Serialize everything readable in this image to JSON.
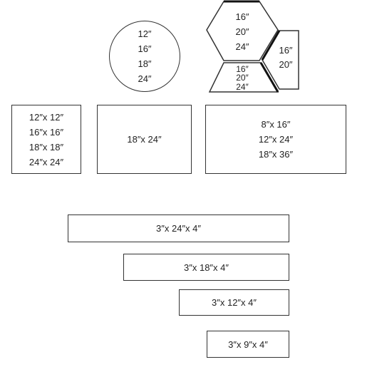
{
  "shapes": {
    "circle": {
      "sizes": [
        "12″",
        "16″",
        "18″",
        "24″"
      ]
    },
    "hexagon": {
      "sizes": [
        "16″",
        "20″",
        "24″"
      ]
    },
    "trapezoid_bottom": {
      "sizes": [
        "16″",
        "20″",
        "24″"
      ]
    },
    "trapezoid_right": {
      "sizes": [
        "16″",
        "20″"
      ]
    },
    "square": {
      "sizes": [
        "12″x 12″",
        "16″x 16″",
        "18″x 18″",
        "24″x 24″"
      ]
    },
    "rect_medium": {
      "sizes": [
        "18″x 24″"
      ]
    },
    "rect_large": {
      "sizes": [
        "8″x 16″",
        "12″x 24″",
        "18″x 36″"
      ]
    }
  },
  "planks": [
    {
      "label": "3″x 24″x 4″"
    },
    {
      "label": "3″x 18″x 4″"
    },
    {
      "label": "3″x 12″x 4″"
    },
    {
      "label": "3″x 9″x 4″"
    }
  ]
}
